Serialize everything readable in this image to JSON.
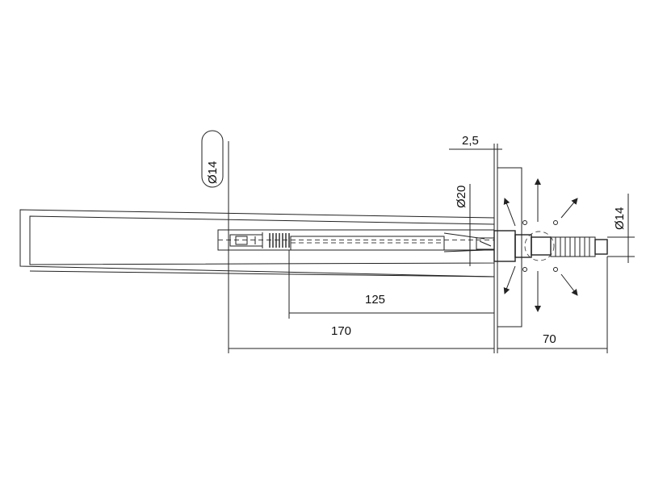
{
  "dimensions": {
    "plate_thickness": "2,5",
    "bore_diameter": "Ø20",
    "inner_diameter": "Ø14",
    "outer_diameter": "Ø14",
    "embed_depth": "125",
    "anchor_length": "170",
    "projection": "70"
  },
  "colors": {
    "line": "#222222",
    "concrete_fill": "#f7f7f7",
    "speckle": "#333333",
    "brick_fill": "#ffffff"
  },
  "icons": {
    "diameter_symbol": "diameter-icon",
    "arrows": "expansion-arrow-icon"
  }
}
